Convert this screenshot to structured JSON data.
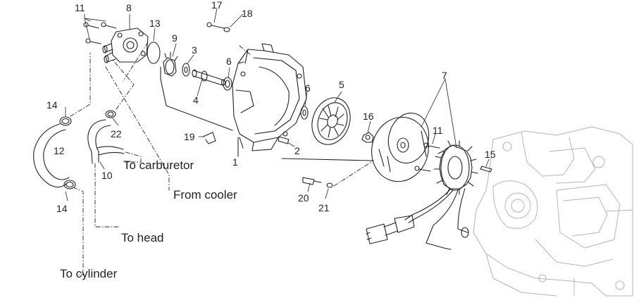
{
  "diagram": {
    "part_numbers": [
      "1",
      "2",
      "3",
      "4",
      "5",
      "6",
      "6",
      "7",
      "8",
      "9",
      "10",
      "11",
      "11",
      "12",
      "13",
      "14",
      "14",
      "15",
      "16",
      "17",
      "18",
      "19",
      "20",
      "21",
      "22"
    ],
    "captions": [
      "To carburetor",
      "From cooler",
      "To head",
      "To cylinder"
    ]
  }
}
